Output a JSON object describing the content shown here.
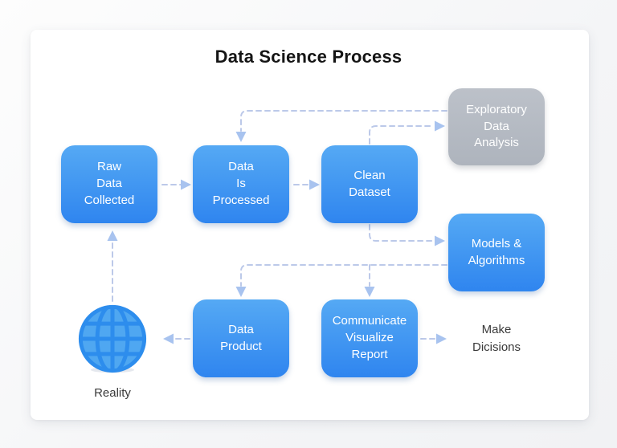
{
  "header": {
    "title": "Data Science Process"
  },
  "diagram": {
    "nodes": {
      "raw": {
        "label": "Raw\nData\nCollected"
      },
      "processed": {
        "label": "Data\nIs\nProcessed"
      },
      "clean": {
        "label": "Clean\nDataset"
      },
      "eda": {
        "label": "Exploratory\nData\nAnalysis"
      },
      "models": {
        "label": "Models &\nAlgorithms"
      },
      "product": {
        "label": "Data\nProduct"
      },
      "communicate": {
        "label": "Communicate\nVisualize\nReport"
      },
      "decisions": {
        "label": "Make\nDicisions"
      },
      "reality": {
        "label": "Reality"
      }
    },
    "colors": {
      "node_gradient_top": "#55a9f4",
      "node_gradient_bottom": "#2f85ef",
      "eda_gray_top": "#bcc1c9",
      "eda_gray_bottom": "#aeb4bd",
      "connector_dash": "#bcc9e9",
      "arrowhead": "#a8c3ef",
      "globe_fill": "#4fa7f1",
      "globe_lines": "#2d8ded",
      "title_text": "#151515",
      "label_text": "#3a3a3a",
      "node_text": "#ffffff",
      "card_background": "#ffffff"
    }
  }
}
